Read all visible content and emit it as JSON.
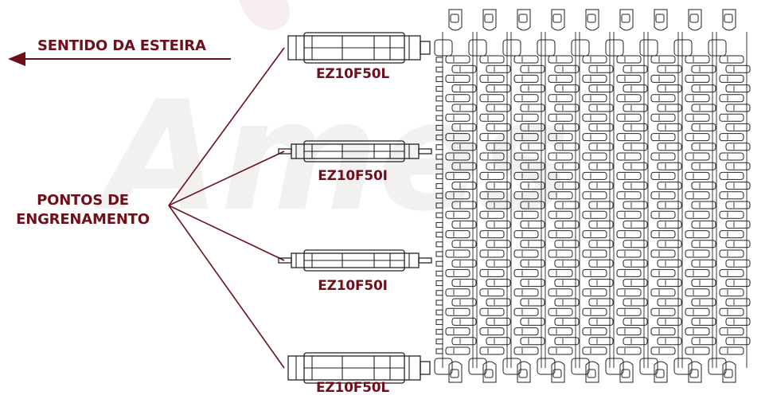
{
  "direction_label": "SENTIDO DA ESTEIRA",
  "engagement_label": {
    "line1": "PONTOS DE",
    "line2": "ENGRENAMENTO"
  },
  "sprockets": [
    {
      "code": "EZ10F50L",
      "variant": "large"
    },
    {
      "code": "EZ10F50I",
      "variant": "small"
    },
    {
      "code": "EZ10F50I",
      "variant": "small"
    },
    {
      "code": "EZ10F50L",
      "variant": "large"
    }
  ],
  "watermark": "Ames",
  "colors": {
    "accent": "#6e0f1b",
    "line": "#222222",
    "watermark": "#f3f0f0"
  }
}
